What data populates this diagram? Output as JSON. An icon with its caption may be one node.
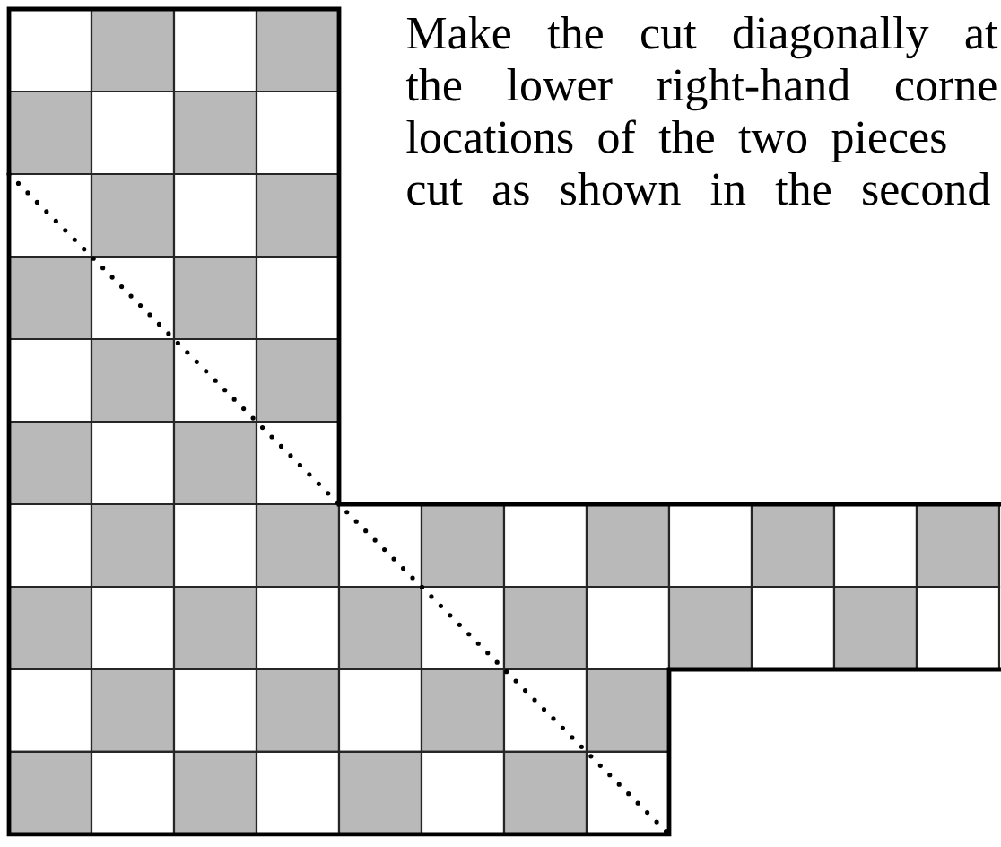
{
  "diagram": {
    "labels": [
      "Make the cut diagonally at",
      "the lower right-hand corne",
      "locations of the two pieces",
      "cut as shown in the second"
    ]
  }
}
